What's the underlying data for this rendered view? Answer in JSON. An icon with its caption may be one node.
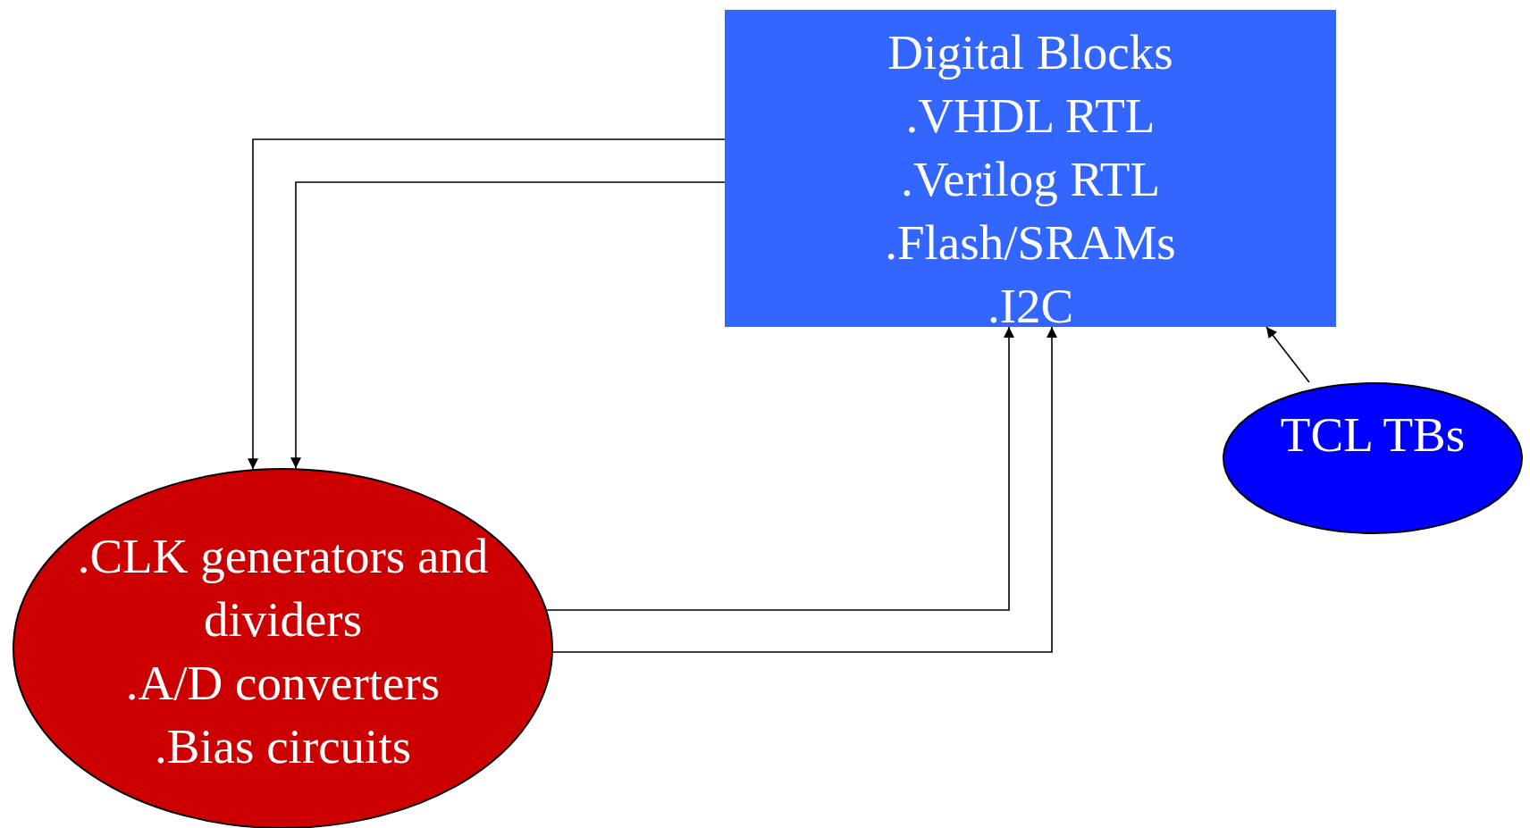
{
  "diagram": {
    "nodes": [
      {
        "text": [
          "Digital Blocks",
          ".VHDL RTL",
          ".Verilog RTL",
          ".Flash/SRAMs",
          ".I2C"
        ]
      },
      {
        "text": [
          ".CLK generators and dividers",
          ".A/D converters",
          ".Bias circuits"
        ]
      },
      {
        "text": [
          "TCL TBs"
        ]
      }
    ],
    "edges": [
      {
        "from": 0,
        "to": 1,
        "arrow": "to"
      },
      {
        "from": 0,
        "to": 1,
        "arrow": "to"
      },
      {
        "from": 1,
        "to": 0,
        "arrow": "to"
      },
      {
        "from": 1,
        "to": 0,
        "arrow": "to"
      },
      {
        "from": 2,
        "to": 0,
        "arrow": "to"
      }
    ]
  }
}
